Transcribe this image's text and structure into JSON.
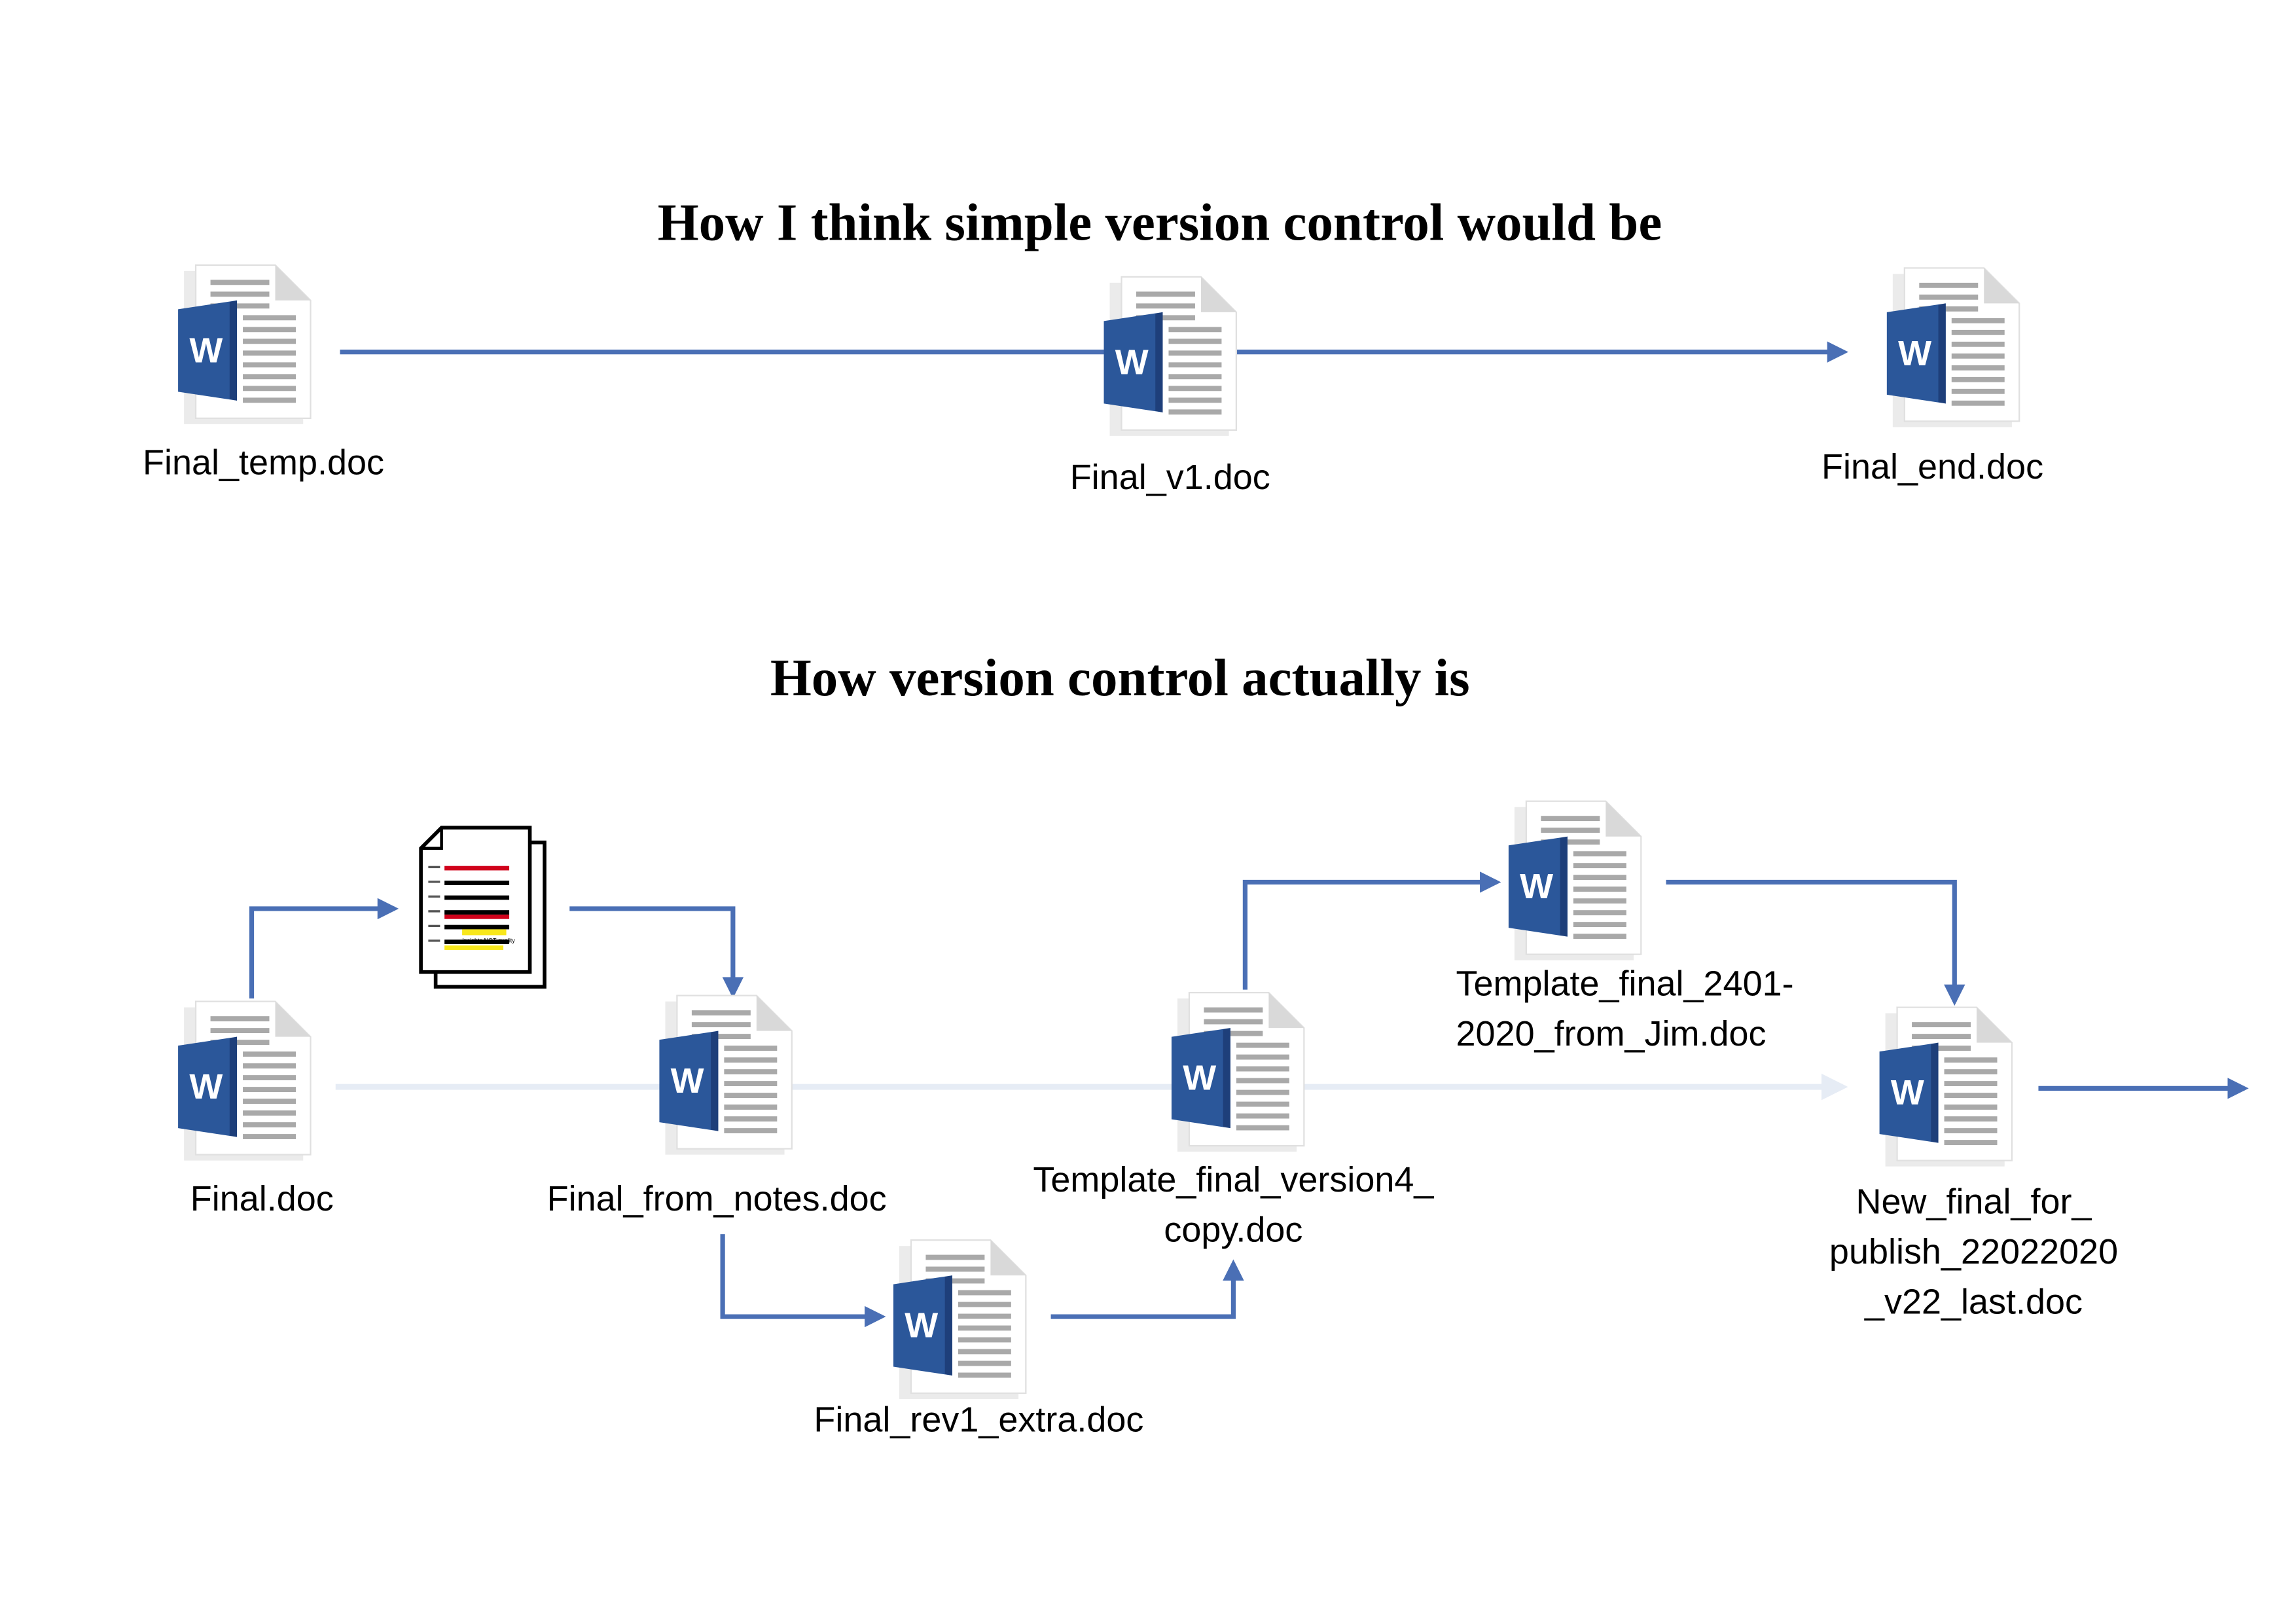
{
  "titles": {
    "simple": "How I think simple version control would be",
    "actual": "How version control actually is"
  },
  "simple_files": {
    "start": "Final_temp.doc",
    "middle": "Final_v1.doc",
    "end": "Final_end.doc"
  },
  "actual_files": {
    "final": "Final.doc",
    "from_notes": "Final_from_notes.doc",
    "rev1_extra": "Final_rev1_extra.doc",
    "template_version4": [
      "Template_final_version4_",
      "copy.doc"
    ],
    "template_jim": [
      "Template_final_2401-",
      "2020_from_Jim.doc"
    ],
    "new_final": [
      "New_final_for_",
      "publish_22022020",
      "_v22_last.doc"
    ]
  },
  "notes_document": {
    "highlight_text": "Insights NOT quality"
  },
  "icon_text": "W",
  "colors": {
    "arrow": "#4a6fb5",
    "faded_arrow": "#e6ecf5",
    "word_blue": "#2b579a",
    "word_blue_dark": "#1e3f7a",
    "doc_lines": "#a9a9a9",
    "doc_paper": "#ffffff",
    "doc_fold": "#d9d9d9",
    "highlight_red": "#d0021b",
    "highlight_yellow": "#f8e71c"
  },
  "icons": [
    "word-document-icon",
    "notes-document-icon"
  ]
}
